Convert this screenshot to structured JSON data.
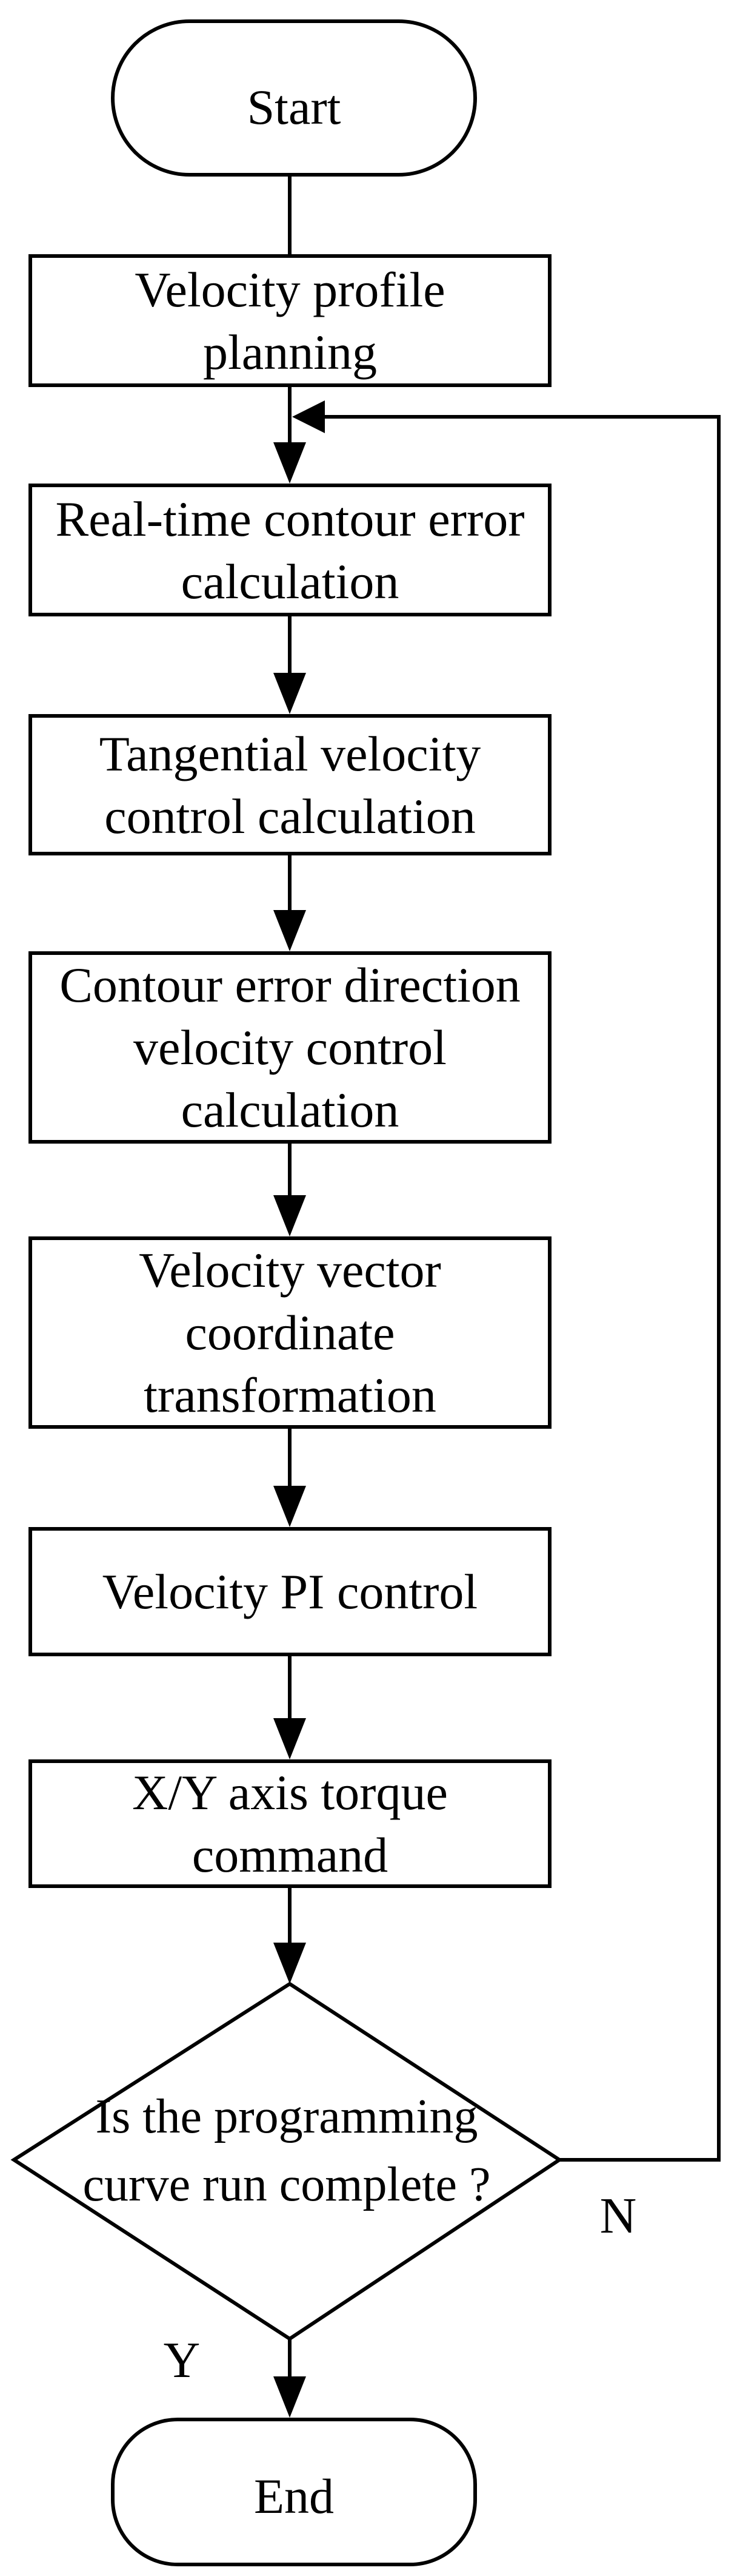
{
  "page": {
    "background_color": "#ffffff",
    "ink_color": "#000000"
  },
  "flowchart": {
    "start": {
      "label": "Start"
    },
    "boxes": [
      {
        "id": "velocity-profile-planning",
        "lines": [
          "Velocity profile",
          "planning"
        ]
      },
      {
        "id": "realtime-contour-error-calculation",
        "lines": [
          "Real-time contour error",
          "calculation"
        ]
      },
      {
        "id": "tangential-velocity-control",
        "lines": [
          "Tangential velocity",
          "control calculation"
        ]
      },
      {
        "id": "contour-error-direction-control",
        "lines": [
          "Contour error direction",
          "velocity control",
          "calculation"
        ]
      },
      {
        "id": "velocity-vector-transformation",
        "lines": [
          "Velocity vector",
          "coordinate",
          "transformation"
        ]
      },
      {
        "id": "velocity-pi-control",
        "lines": [
          "Velocity PI control"
        ]
      },
      {
        "id": "xy-axis-torque-command",
        "lines": [
          "X/Y axis torque",
          "command"
        ]
      }
    ],
    "decision": {
      "id": "is-curve-run-complete",
      "lines": [
        "Is the programming",
        "curve run complete ?"
      ]
    },
    "branch_no_label": "N",
    "branch_yes_label": "Y",
    "end": {
      "label": "End"
    }
  }
}
